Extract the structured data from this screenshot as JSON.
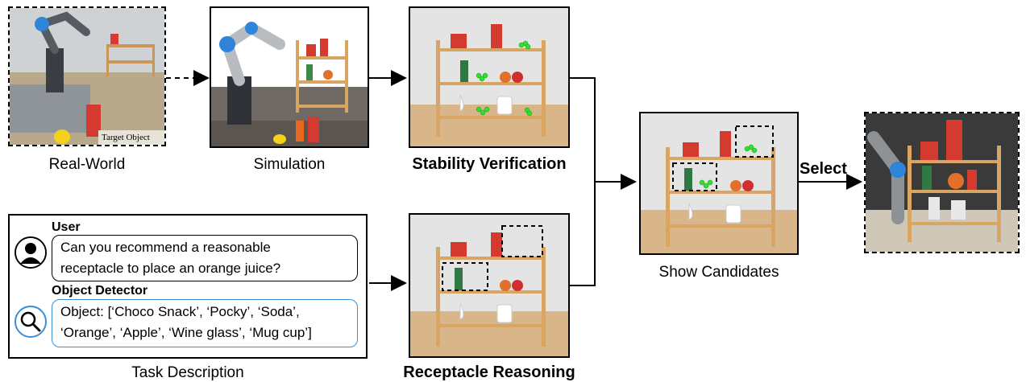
{
  "panels": {
    "real_world": {
      "caption": "Real-World",
      "overlay_label": "Target Object"
    },
    "simulation": {
      "caption": "Simulation"
    },
    "stability": {
      "caption": "Stability Verification"
    },
    "reasoning": {
      "caption": "Receptacle Reasoning"
    },
    "candidates": {
      "caption": "Show Candidates"
    },
    "final": {
      "caption": ""
    }
  },
  "select_label": "Select",
  "task": {
    "caption": "Task Description",
    "user_label": "User",
    "user_query_line1": "Can you recommend a reasonable",
    "user_query_line2": "receptacle to place an orange juice?",
    "detector_label": "Object Detector",
    "detector_line1": "Object: [‘Choco Snack’, ‘Pocky’, ‘Soda’,",
    "detector_line2": "‘Orange’, ‘Apple’, ‘Wine glass’, ‘Mug cup’]"
  },
  "icons": {
    "user": "user-icon",
    "detector": "magnifier-icon"
  },
  "colors": {
    "detector_border": "#3b8fd4",
    "marker_green": "#2fe02f",
    "shelf_wood": "#d8a562",
    "shelf_board": "#9fb7c8"
  }
}
